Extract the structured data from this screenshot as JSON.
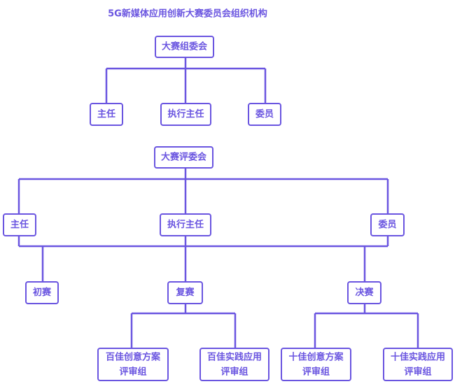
{
  "title": "5G新媒体应用创新大赛委员会组织机构",
  "accent_color": "#6a55e0",
  "organizing_committee": {
    "label": "大赛组委会",
    "children": [
      "主任",
      "执行主任",
      "委员"
    ]
  },
  "judging_committee": {
    "label": "大赛评委会",
    "children": [
      "主任",
      "执行主任",
      "委员"
    ],
    "rounds": [
      {
        "label": "初赛",
        "groups": []
      },
      {
        "label": "复赛",
        "groups": [
          {
            "line1": "百佳创意方案",
            "line2": "评审组"
          },
          {
            "line1": "百佳实践应用",
            "line2": "评审组"
          }
        ]
      },
      {
        "label": "决赛",
        "groups": [
          {
            "line1": "十佳创意方案",
            "line2": "评审组"
          },
          {
            "line1": "十佳实践应用",
            "line2": "评审组"
          }
        ]
      }
    ]
  }
}
